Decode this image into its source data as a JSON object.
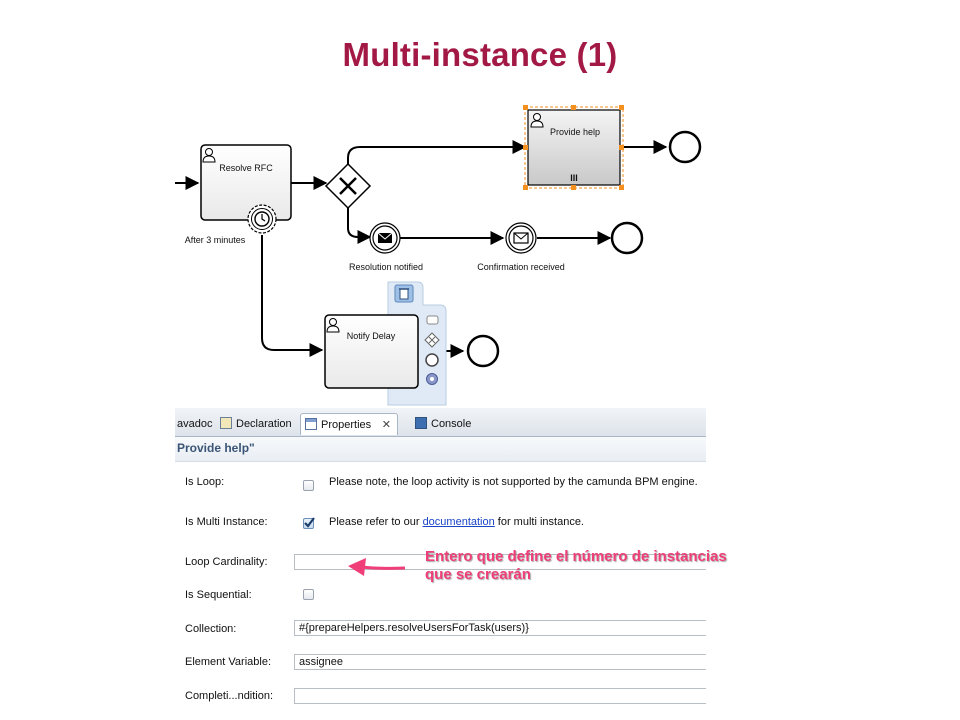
{
  "slide": {
    "title": "Multi-instance (1)"
  },
  "diagram": {
    "tasks": {
      "resolve_rfc": "Resolve RFC",
      "provide_help": "Provide help",
      "notify_delay": "Notify Delay"
    },
    "events": {
      "timer_label": "After 3 minutes",
      "resolution_notified": "Resolution notified",
      "confirmation_received": "Confirmation received"
    },
    "multi_instance_marker": "III"
  },
  "panel": {
    "tabs": [
      {
        "label": "avadoc",
        "icon": "javadoc-icon"
      },
      {
        "label": "Declaration",
        "icon": "declaration-icon"
      },
      {
        "label": "Properties",
        "icon": "properties-icon",
        "active": true
      },
      {
        "label": "Console",
        "icon": "console-icon"
      }
    ],
    "title": "Provide help\"",
    "is_loop": {
      "label": "Is Loop:",
      "checked": false,
      "note": "Please note, the loop activity is not supported by the camunda BPM engine."
    },
    "is_multi_instance": {
      "label": "Is Multi Instance:",
      "checked": true,
      "note_prefix": "Please refer to our ",
      "link": "documentation",
      "note_suffix": " for multi instance."
    },
    "loop_cardinality": {
      "label": "Loop Cardinality:",
      "value": ""
    },
    "is_sequential": {
      "label": "Is Sequential:",
      "checked": false
    },
    "collection": {
      "label": "Collection:",
      "value": "#{prepareHelpers.resolveUsersForTask(users)}"
    },
    "element_variable": {
      "label": "Element Variable:",
      "value": "assignee"
    },
    "completion_condition": {
      "label": "Completi...ndition:",
      "value": ""
    }
  },
  "annotation": {
    "line1": "Entero que define el número de instancias",
    "line2": "que se crearán",
    "color": "#f03e78"
  },
  "colors": {
    "title": "#a31946",
    "link": "#1a45c7",
    "selection": "#f39020"
  }
}
